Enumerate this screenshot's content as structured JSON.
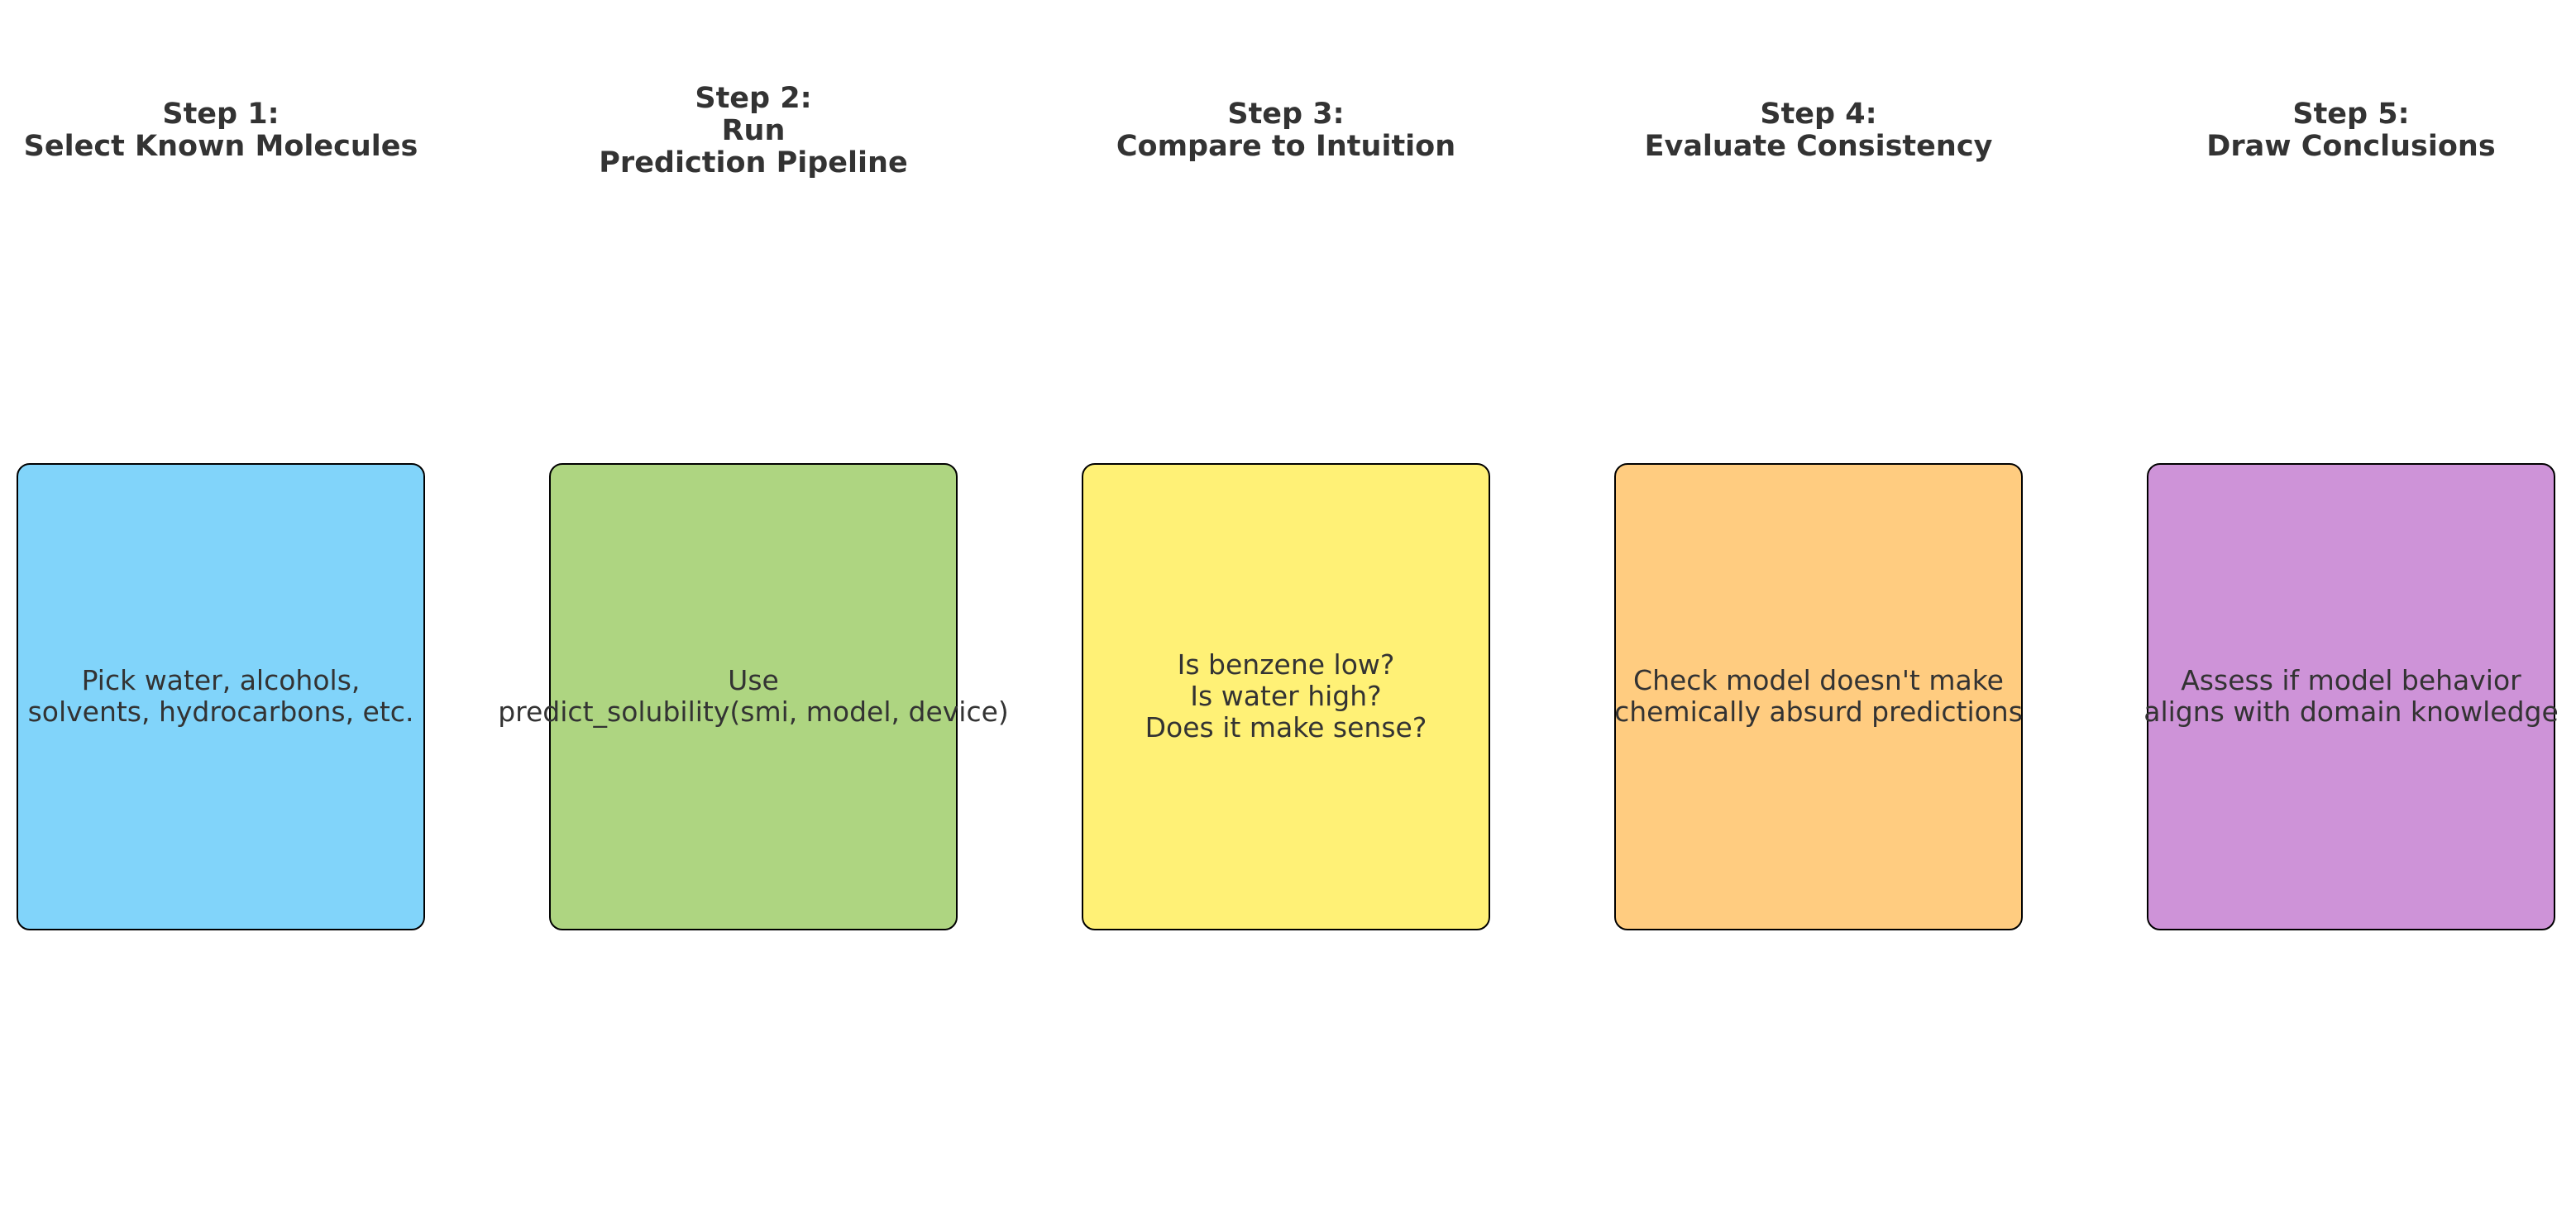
{
  "steps": [
    {
      "title_lines": [
        "Step 1:",
        "Select Known Molecules"
      ],
      "desc_lines": [
        "Pick water, alcohols,",
        "solvents, hydrocarbons, etc."
      ],
      "color": "#81D4FA"
    },
    {
      "title_lines": [
        "Step 2:",
        "Run",
        "Prediction Pipeline"
      ],
      "desc_lines": [
        "Use",
        "predict_solubility(smi, model, device)"
      ],
      "color": "#AED581"
    },
    {
      "title_lines": [
        "Step 3:",
        "Compare to Intuition"
      ],
      "desc_lines": [
        "Is benzene low?",
        "Is water high?",
        "Does it make sense?"
      ],
      "color": "#FFF176"
    },
    {
      "title_lines": [
        "Step 4:",
        "Evaluate Consistency"
      ],
      "desc_lines": [
        "Check model doesn't make",
        "chemically absurd predictions"
      ],
      "color": "#FFCC80"
    },
    {
      "title_lines": [
        "Step 5:",
        "Draw Conclusions"
      ],
      "desc_lines": [
        "Assess if model behavior",
        "aligns with domain knowledge"
      ],
      "color": "#CE93D8"
    }
  ]
}
